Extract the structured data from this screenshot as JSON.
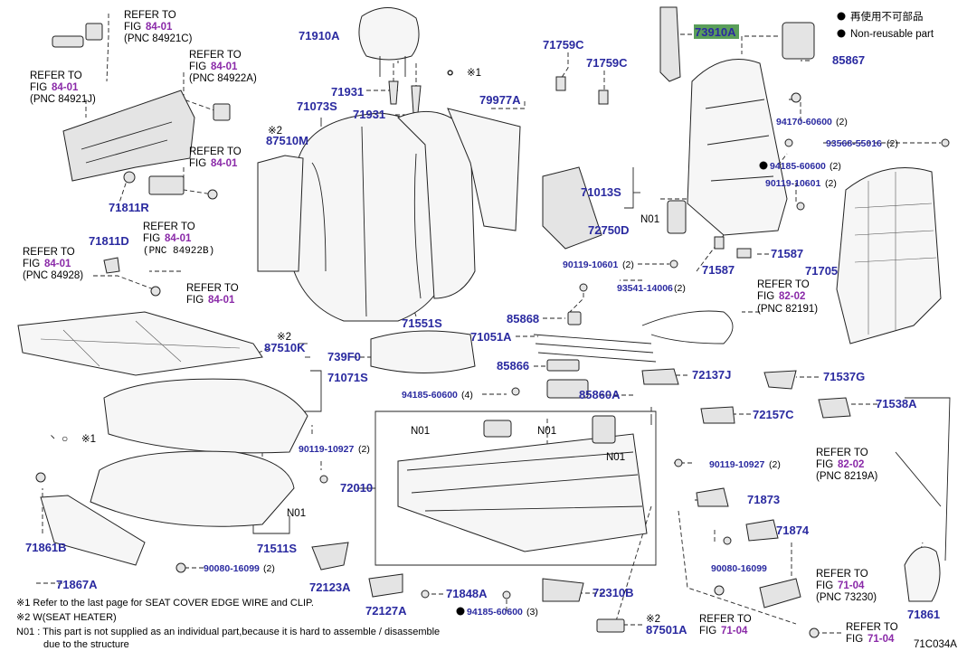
{
  "diagram_code": "71C034A",
  "legend": {
    "non_reusable_jp": "再使用不可部品",
    "non_reusable_en": "Non-reusable part"
  },
  "labels": {
    "71910A": "71910A",
    "71931": "71931",
    "71073S": "71073S",
    "87510M": "87510M",
    "79977A": "79977A",
    "71759C": "71759C",
    "73910A": "73910A",
    "85867": "85867",
    "94170_60600": "94170-60600",
    "93568_55016": "93568-55016",
    "94185_60600": "94185-60600",
    "90119_10601": "90119-10601",
    "71013S": "71013S",
    "72750D": "72750D",
    "71587": "71587",
    "71705": "71705",
    "93541_14006": "93541-14006",
    "85868": "85868",
    "71051A": "71051A",
    "85866": "85866",
    "85860A": "85860A",
    "72137J": "72137J",
    "71537G": "71537G",
    "71538A": "71538A",
    "72157C": "72157C",
    "87510K": "87510K",
    "739F0": "739F0",
    "71071S": "71071S",
    "71551S": "71551S",
    "71811R": "71811R",
    "71811D": "71811D",
    "90119_10927": "90119-10927",
    "72010": "72010",
    "71873": "71873",
    "71874": "71874",
    "71511S": "71511S",
    "71861B": "71861B",
    "71867A": "71867A",
    "90080_16099": "90080-16099",
    "72123A": "72123A",
    "72127A": "72127A",
    "71848A": "71848A",
    "72310B": "72310B",
    "87501A": "87501A",
    "71861": "71861"
  },
  "quantities": {
    "q2": "(2)",
    "q3": "(3)",
    "q4": "(4)"
  },
  "markers": {
    "note1": "※1",
    "note2": "※2",
    "n01": "N01"
  },
  "refs": {
    "refer_to": "REFER TO",
    "fig": "FIG",
    "fig_84_01": "84-01",
    "fig_82_02": "82-02",
    "fig_71_04": "71-04",
    "pnc_84921C": "(PNC 84921C)",
    "pnc_84922A": "(PNC 84922A)",
    "pnc_84921J": "(PNC 84921J)",
    "pnc_84922B": "(PNC 84922B)",
    "pnc_84928": "(PNC 84928)",
    "pnc_82191": "(PNC 82191)",
    "pnc_8219A": "(PNC 8219A)",
    "pnc_73230": "(PNC 73230)"
  },
  "footnotes": {
    "fn1": "※1  Refer to the last page for SEAT COVER EDGE WIRE and CLIP.",
    "fn2": "※2  W(SEAT HEATER)",
    "fn3a": "N01 : This part is not supplied as an individual part,because it is hard to assemble / disassemble",
    "fn3b": "due to the structure"
  }
}
